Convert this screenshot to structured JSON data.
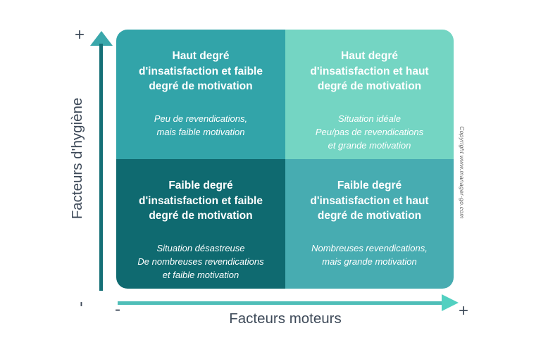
{
  "y_axis": {
    "label": "Facteurs d'hygiène",
    "plus": "+",
    "minus": "-"
  },
  "x_axis": {
    "label": "Facteurs moteurs",
    "plus": "+",
    "minus": "-"
  },
  "quadrants": {
    "top_left": {
      "heading": "Haut degré\nd'insatisfaction et faible\ndegré de motivation",
      "description": "Peu de revendications,\nmais faible motivation",
      "color": "#32A4A9"
    },
    "top_right": {
      "heading": "Haut degré\nd'insatisfaction et haut\ndegré de motivation",
      "description": "Situation idéale\nPeu/pas de revendications\net grande motivation",
      "color": "#74D5C3"
    },
    "bottom_left": {
      "heading": "Faible degré\nd'insatisfaction et faible\ndegré de motivation",
      "description": "Situation désastreuse\nDe nombreuses revendications\net faible motivation",
      "color": "#0F6A70"
    },
    "bottom_right": {
      "heading": "Faible degré\nd'insatisfaction et haut\ndegré de motivation",
      "description": "Nombreuses revendications,\nmais grande motivation",
      "color": "#47ACB1"
    }
  },
  "colors": {
    "y_arrow_shaft": "#156F76",
    "y_arrow_head": "#3AA7AB",
    "x_arrow_line": "#4FBEB8",
    "x_arrow_head": "#52D0C1",
    "axis_text": "#3E4A59",
    "quadrant_text": "#FFFFFF",
    "background": "#FFFFFF"
  },
  "copyright": "Copyright www.manager-go.com"
}
